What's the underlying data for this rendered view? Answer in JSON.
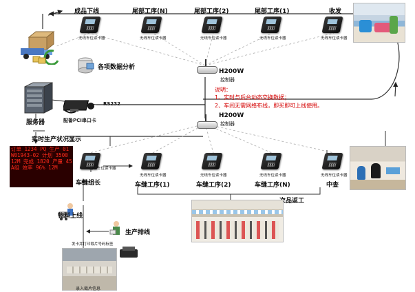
{
  "top_labels": [
    "成品下线",
    "尾部工序(N)",
    "尾部工序(2)",
    "尾部工序(1)",
    "收发"
  ],
  "bottom_labels": [
    "车缝组长",
    "车缝工序(1)",
    "车缝工序(2)",
    "车缝工序(N)",
    "中查"
  ],
  "reader_caption": "无线车位读卡器",
  "controller": {
    "model": "H200W",
    "caption": "控制器"
  },
  "analysis_label": "各项数据分析",
  "server_label": "服务器",
  "rs232_label": "RS232",
  "pci_label": "配备PCI串口卡",
  "realtime_label": "实时生产状况显示",
  "material_label": "物料上线",
  "production_label": "生产排线",
  "rework_label": "次品返工",
  "print_label": "发卡并打印裁片号码标签",
  "input_label": "录入裁片信息",
  "notes": {
    "title": "说明：",
    "items": [
      "1、实时与后台动态交换数据；",
      "2、车间无需网络布线，即买即可上线使用。"
    ]
  },
  "led_lines": [
    "订单 1234 PQ 生产 01",
    "W01943-02 计划 3500",
    "12M 完成 1820 产量 45",
    "A组 效率 96% 12M"
  ]
}
